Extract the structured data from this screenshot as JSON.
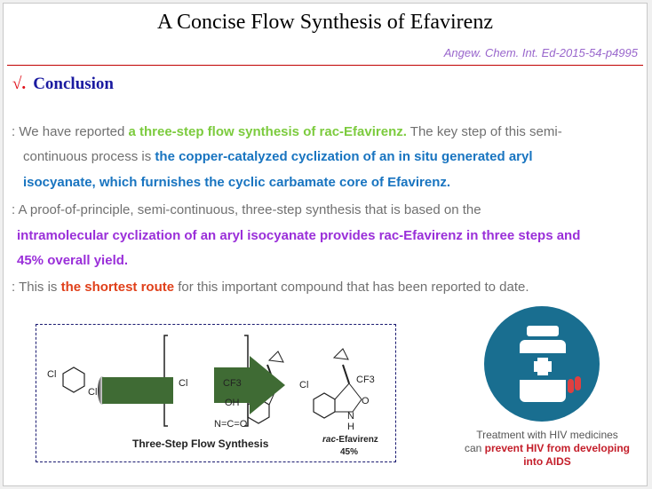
{
  "title": "A Concise Flow Synthesis of Efavirenz",
  "citation": "Angew. Chem. Int. Ed-2015-54-p4995",
  "section": {
    "check": "√.",
    "label": "Conclusion"
  },
  "points": [
    {
      "a": ": We have reported ",
      "b": "a three-step flow synthesis of rac-Efavirenz.",
      "c": " The key step of this semi-"
    },
    {
      "a": "continuous process is ",
      "b": "the copper-catalyzed cyclization of an in situ generated aryl"
    },
    {
      "b": "isocyanate, which furnishes the cyclic carbamate core of Efavirenz."
    },
    {
      "a": ": A proof-of-principle, semi-continuous, three-step synthesis that is based on the"
    },
    {
      "b": "intramolecular cyclization of an aryl isocyanate provides rac-Efavirenz in three steps and"
    },
    {
      "b": "45% overall yield."
    },
    {
      "a": ": This is ",
      "b": "the shortest route",
      "c": " for this important compound that has been reported to date."
    }
  ],
  "figure": {
    "caption": "Three-Step Flow Synthesis",
    "product_prefix": "rac",
    "product": "-Efavirenz",
    "yield": "45%",
    "labels": {
      "cl": "Cl",
      "cf3": "CF3",
      "oh": "OH",
      "nco": "N=C=O",
      "o": "O",
      "nh": "N",
      "h": "H"
    }
  },
  "hiv": {
    "line1": "Treatment with HIV medicines",
    "line2a": "can ",
    "line2b": "prevent HIV from developing",
    "line3": "into AIDS"
  }
}
